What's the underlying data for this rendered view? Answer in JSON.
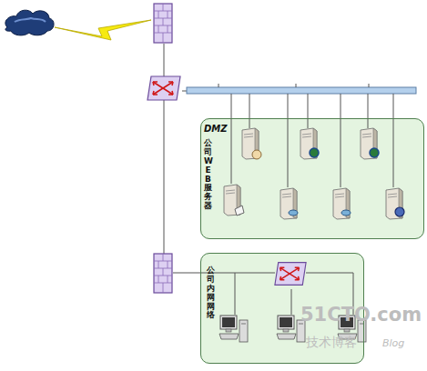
{
  "diagram": {
    "nodes": [
      {
        "text": [
          "DMZ",
          "公司WEB服务器"
        ]
      },
      {
        "text": [
          "公司内网网络"
        ]
      }
    ],
    "labels": [
      "51CTO.com",
      "技术博客",
      "Blog"
    ]
  }
}
